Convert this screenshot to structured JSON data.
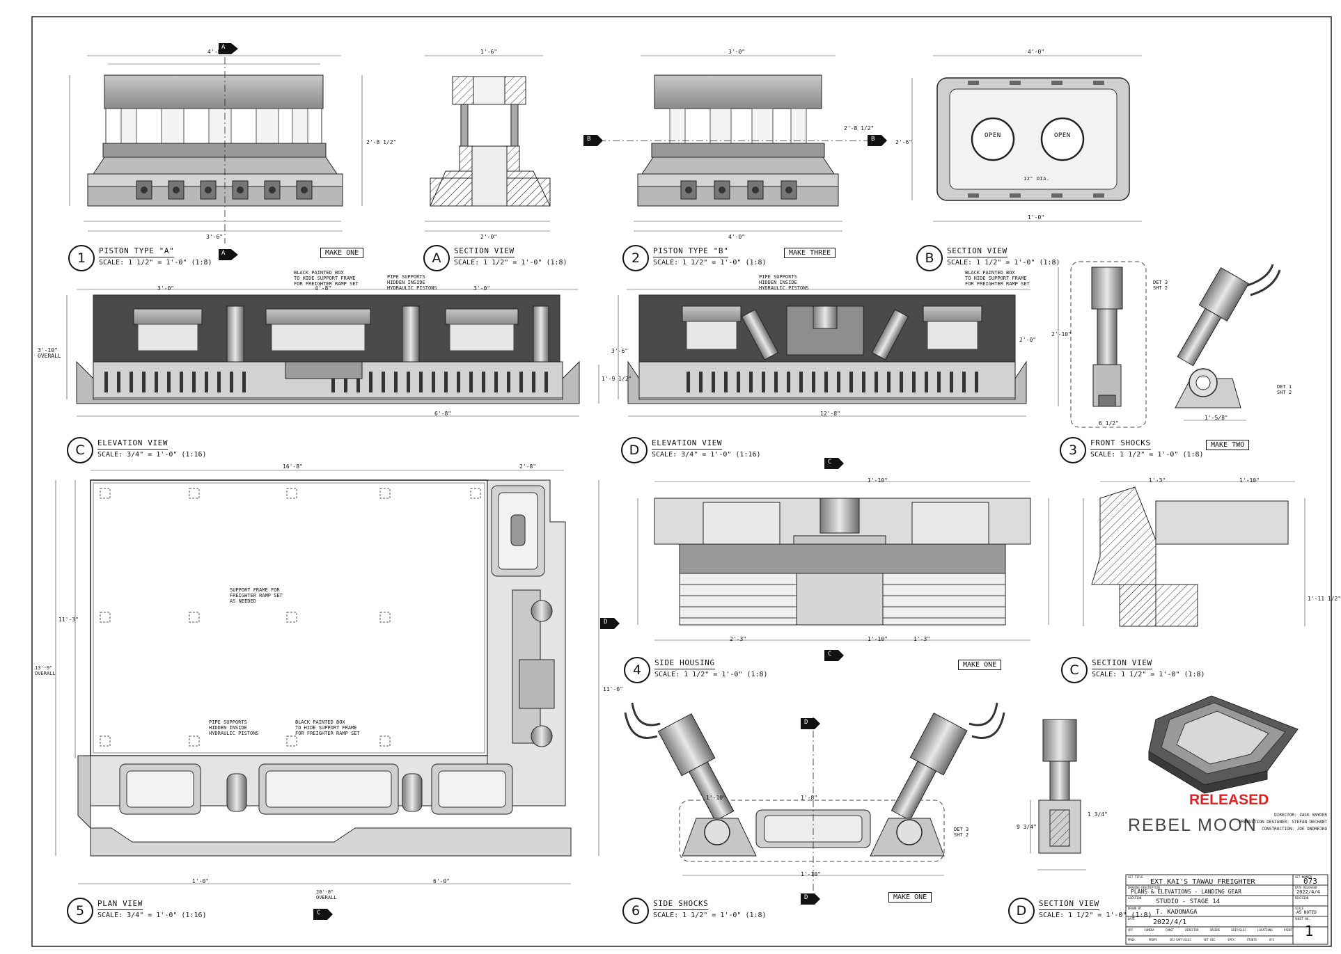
{
  "views": {
    "v1": {
      "num": "1",
      "title": "PISTON TYPE \"A\"",
      "scale": "SCALE: 1 1/2\" = 1'-0\" (1:8)",
      "make": "MAKE ONE"
    },
    "vA": {
      "num": "A",
      "title": "SECTION VIEW",
      "scale": "SCALE: 1 1/2\" = 1'-0\" (1:8)"
    },
    "v2": {
      "num": "2",
      "title": "PISTON TYPE \"B\"",
      "scale": "SCALE: 1 1/2\" = 1'-0\" (1:8)",
      "make": "MAKE THREE"
    },
    "vB": {
      "num": "B",
      "title": "SECTION VIEW",
      "scale": "SCALE: 1 1/2\" = 1'-0\" (1:8)"
    },
    "vC": {
      "num": "C",
      "title": "ELEVATION VIEW",
      "scale": "SCALE: 3/4\" = 1'-0\" (1:16)"
    },
    "vD": {
      "num": "D",
      "title": "ELEVATION VIEW",
      "scale": "SCALE: 3/4\" = 1'-0\" (1:16)"
    },
    "v3": {
      "num": "3",
      "title": "FRONT SHOCKS",
      "scale": "SCALE: 1 1/2\" = 1'-0\" (1:8)",
      "make": "MAKE TWO"
    },
    "v4": {
      "num": "4",
      "title": "SIDE HOUSING",
      "scale": "SCALE: 1 1/2\" = 1'-0\" (1:8)",
      "make": "MAKE ONE"
    },
    "vC2": {
      "num": "C",
      "title": "SECTION VIEW",
      "scale": "SCALE: 1 1/2\" = 1'-0\" (1:8)"
    },
    "v5": {
      "num": "5",
      "title": "PLAN VIEW",
      "scale": "SCALE: 3/4\" = 1'-0\" (1:16)"
    },
    "v6": {
      "num": "6",
      "title": "SIDE SHOCKS",
      "scale": "SCALE: 1 1/2\" = 1'-0\" (1:8)",
      "make": "MAKE ONE"
    },
    "vD2": {
      "num": "D",
      "title": "SECTION VIEW",
      "scale": "SCALE: 1 1/2\" = 1'-0\" (1:8)"
    }
  },
  "markers": {
    "A": "A",
    "B": "B",
    "C": "C",
    "D": "D"
  },
  "callouts": {
    "open1": "OPEN",
    "open2": "OPEN",
    "dia12": "12\" DIA.",
    "det3": "DET 3\nSHT 2",
    "det1": "DET 1\nSHT 2",
    "det3b": "DET 3\nSHT 2",
    "black_box_c": "BLACK PAINTED BOX\nTO HIDE SUPPORT FRAME\nFOR FREIGHTER RAMP SET",
    "pipe_c": "PIPE SUPPORTS\nHIDDEN INSIDE\nHYDRAULIC PISTONS",
    "pipe_d": "PIPE SUPPORTS\nHIDDEN INSIDE\nHYDRAULIC PISTONS",
    "black_box_d": "BLACK PAINTED BOX\nTO HIDE SUPPORT FRAME\nFOR FREIGHTER RAMP SET",
    "support_frame": "SUPPORT FRAME FOR\nFREIGHTER RAMP SET\nAS NEEDED",
    "pipe_5": "PIPE SUPPORTS\nHIDDEN INSIDE\nHYDRAULIC PISTONS",
    "black_box_5": "BLACK PAINTED BOX\nTO HIDE SUPPORT FRAME\nFOR FREIGHTER RAMP SET",
    "overall_h": "13'-9\"\nOVERALL",
    "overall_w": "20'-8\"\nOVERALL"
  },
  "dims": {
    "d1_top": "4'-8\"",
    "d1_bot": "3'-6\"",
    "dA_top": "1'-6\"",
    "dA_bot": "2'-0\"",
    "d2_top": "3'-0\"",
    "d2_bot": "4'-0\"",
    "dB_top": "4'-0\"",
    "dB_bot": "1'-0\"",
    "dB_side": "2'-6\"",
    "d1_side": "2'-8 1/2\"",
    "d2_side": "2'-8 1/2\"",
    "dC_left": "3'-10\"\nOVERALL",
    "dC_mid": "6'-8\"",
    "dC_top1": "3'-0\"",
    "dC_top2": "4'-8\"",
    "dC_top3": "3'-0\"",
    "dC_right": "1'-9 1/2\"",
    "dD_mid": "12'-8\"",
    "dD_left": "3'-6\"",
    "dD_right": "2'-0\"",
    "d3_h": "2'-10\"",
    "d3_w": "6 1/2\"",
    "d3_base": "1'-5/8\"",
    "d5_w": "16'-8\"",
    "d5_w2": "2'-8\"",
    "d5_h": "11'-3\"",
    "d5_side": "11'-0\"",
    "d5_bl": "1'-0\"",
    "d5_bm": "6'-0\"",
    "d4_top": "1'-10\"",
    "d4_bot": "1'-10\"",
    "d4_l": "2'-3\"",
    "d4_r": "1'-3\"",
    "dC2_top": "1'-3\"",
    "dC2_top2": "1'-10\"",
    "dC2_r": "1'-11 1/2\"",
    "d6_top": "1'-10\"",
    "d6_top2": "1'-8\"",
    "d6_bot": "1'-10\"",
    "dD2_r": "1 3/4\"",
    "dD2_l": "9 3/4\""
  },
  "logo": {
    "name": "REBEL MOON",
    "credits": [
      "DIRECTOR: ZACK SNYDER",
      "PRODUCTION DESIGNER: STEFAN DECHANT",
      "CONSTRUCTION: JOE ONDREJKO"
    ]
  },
  "status": "RELEASED",
  "title_block": {
    "set_title_label": "SET TITLE",
    "set_title": "EXT KAI'S TAWAU FREIGHTER",
    "set_number_label": "SET NUMBER",
    "set_number": "073",
    "desc_label": "DRAWING DESCRIPTION",
    "desc": "PLANS & ELEVATIONS - LANDING GEAR",
    "date_released_label": "DATE RELEASED",
    "date_released": "2022/4/4",
    "location_label": "LOCATION",
    "location": "STUDIO - STAGE 14",
    "revision_label": "REVISION",
    "drawn_label": "DRAWN BY",
    "drawn": "T. KADONAGA",
    "scale_label": "SCALE",
    "scale": "AS NOTED",
    "date_label": "DATE",
    "date": "2022/4/1",
    "sheet_label": "SHEET NO.",
    "sheet": "1",
    "dist_row1": [
      "ART",
      "CAMERA",
      "CONST",
      "DIRECTOR",
      "GREENS",
      "GRIP/ELEC",
      "LOCATIONS",
      "PAINT"
    ],
    "dist_row2": [
      "PROD.",
      "PROPS",
      "SCU GAFF/ELEC",
      "SET DEC",
      "SPFX",
      "STUNTS",
      "VFX"
    ]
  }
}
